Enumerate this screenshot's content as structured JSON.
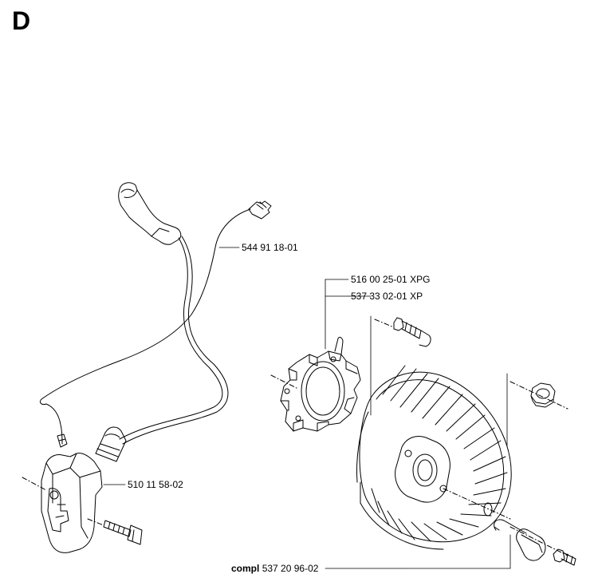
{
  "section_letter": "D",
  "part_labels": {
    "hv_lead": "544 91 18-01",
    "flywheel_a": "516 00 25-01 XPG",
    "flywheel_b": "537 33 02-01 XP",
    "ignition_module": "510 11 58-02",
    "compl_prefix": "compl",
    "compl_number": "537 20 96-02"
  }
}
